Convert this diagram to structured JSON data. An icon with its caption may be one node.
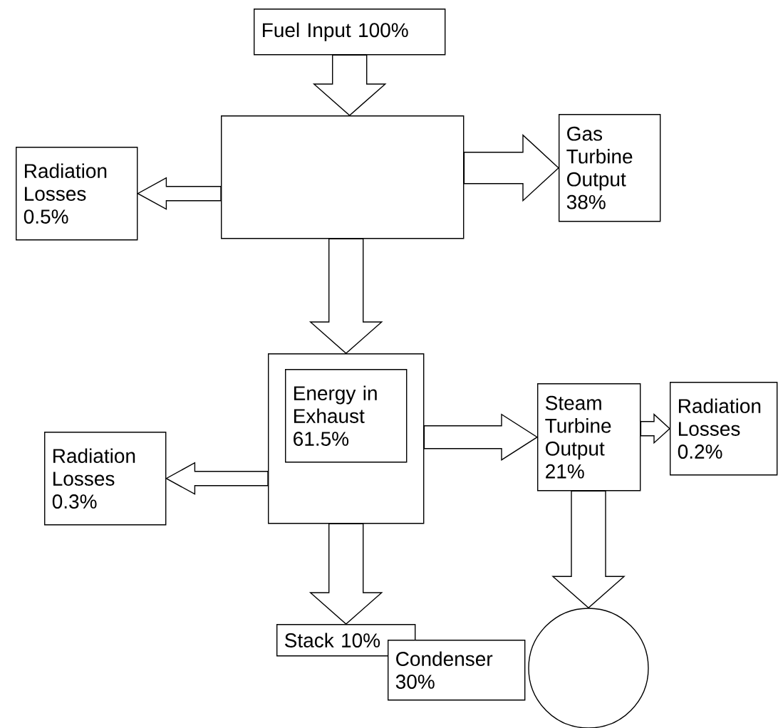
{
  "diagram": {
    "nodes": [
      {
        "text": [
          "Fuel Input 100%"
        ]
      },
      {
        "text": [],
        "shape": "box"
      },
      {
        "text": [
          "Radiation Losses 0.5%"
        ]
      },
      {
        "text": [
          "Gas Turbine Output 38%"
        ]
      },
      {
        "text": [],
        "shape": "box"
      },
      {
        "text": [
          "Energy in Exhaust 61.5%"
        ],
        "in": 4
      },
      {
        "text": [
          "Radiation Losses 0.3%"
        ]
      },
      {
        "text": [
          "Steam Turbine Output 21%"
        ]
      },
      {
        "text": [
          "Radiation Losses 0.2%"
        ]
      },
      {
        "text": [
          "Stack 10%"
        ]
      },
      {
        "text": [],
        "shape": "circle"
      },
      {
        "text": [
          "Condenser 30%"
        ]
      }
    ],
    "edges": [
      {
        "from": 0,
        "to": 1,
        "arrow": "to"
      },
      {
        "from": 1,
        "to": 2,
        "arrow": "to"
      },
      {
        "from": 1,
        "to": 3,
        "arrow": "to"
      },
      {
        "from": 1,
        "to": 4,
        "arrow": "to"
      },
      {
        "from": 4,
        "to": 6,
        "arrow": "to"
      },
      {
        "from": 4,
        "to": 7,
        "arrow": "to"
      },
      {
        "from": 7,
        "to": 8,
        "arrow": "to"
      },
      {
        "from": 4,
        "to": 9,
        "arrow": "to"
      },
      {
        "from": 7,
        "to": 10,
        "arrow": "to"
      }
    ]
  }
}
